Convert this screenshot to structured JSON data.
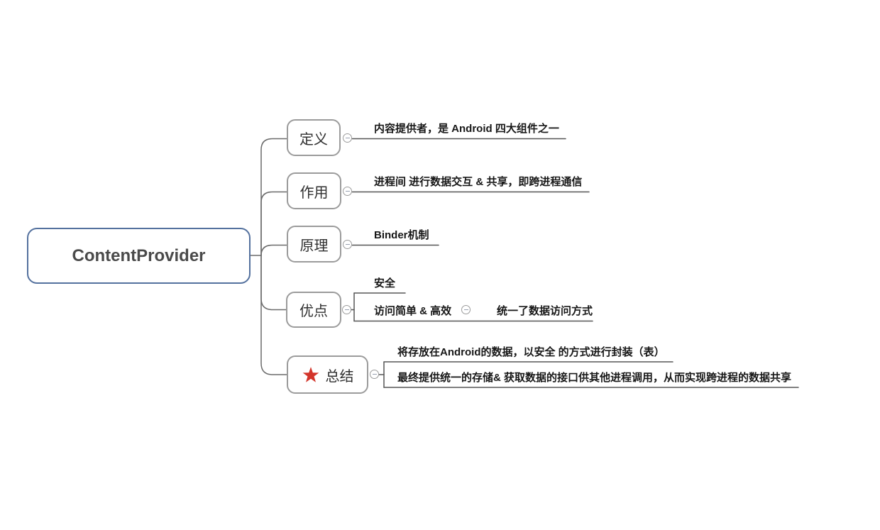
{
  "root": {
    "label": "ContentProvider"
  },
  "colors": {
    "root_border": "#54719e",
    "topic_border": "#9b9b9b",
    "connector_line": "#6b6b6b",
    "underline": "#565656",
    "star_red": "#d3352b",
    "text": "#171717"
  },
  "icons": {
    "star": "red-star-marker",
    "collapse": "minus-collapse-toggle"
  },
  "branches": [
    {
      "label": "定义",
      "children": [
        {
          "text": "内容提供者，是 Android 四大组件之一"
        }
      ]
    },
    {
      "label": "作用",
      "children": [
        {
          "text": "进程间 进行数据交互 & 共享，即跨进程通信"
        }
      ]
    },
    {
      "label": "原理",
      "children": [
        {
          "text": "Binder机制"
        }
      ]
    },
    {
      "label": "优点",
      "children": [
        {
          "text": "安全"
        },
        {
          "text": "访问简单 & 高效",
          "children": [
            {
              "text": "统一了数据访问方式"
            }
          ]
        }
      ]
    },
    {
      "label": "总结",
      "icon": "red-star",
      "children": [
        {
          "text": "将存放在Android的数据，以安全 的方式进行封装（表）"
        },
        {
          "text": "最终提供统一的存储& 获取数据的接口供其他进程调用，从而实现跨进程的数据共享"
        }
      ]
    }
  ]
}
